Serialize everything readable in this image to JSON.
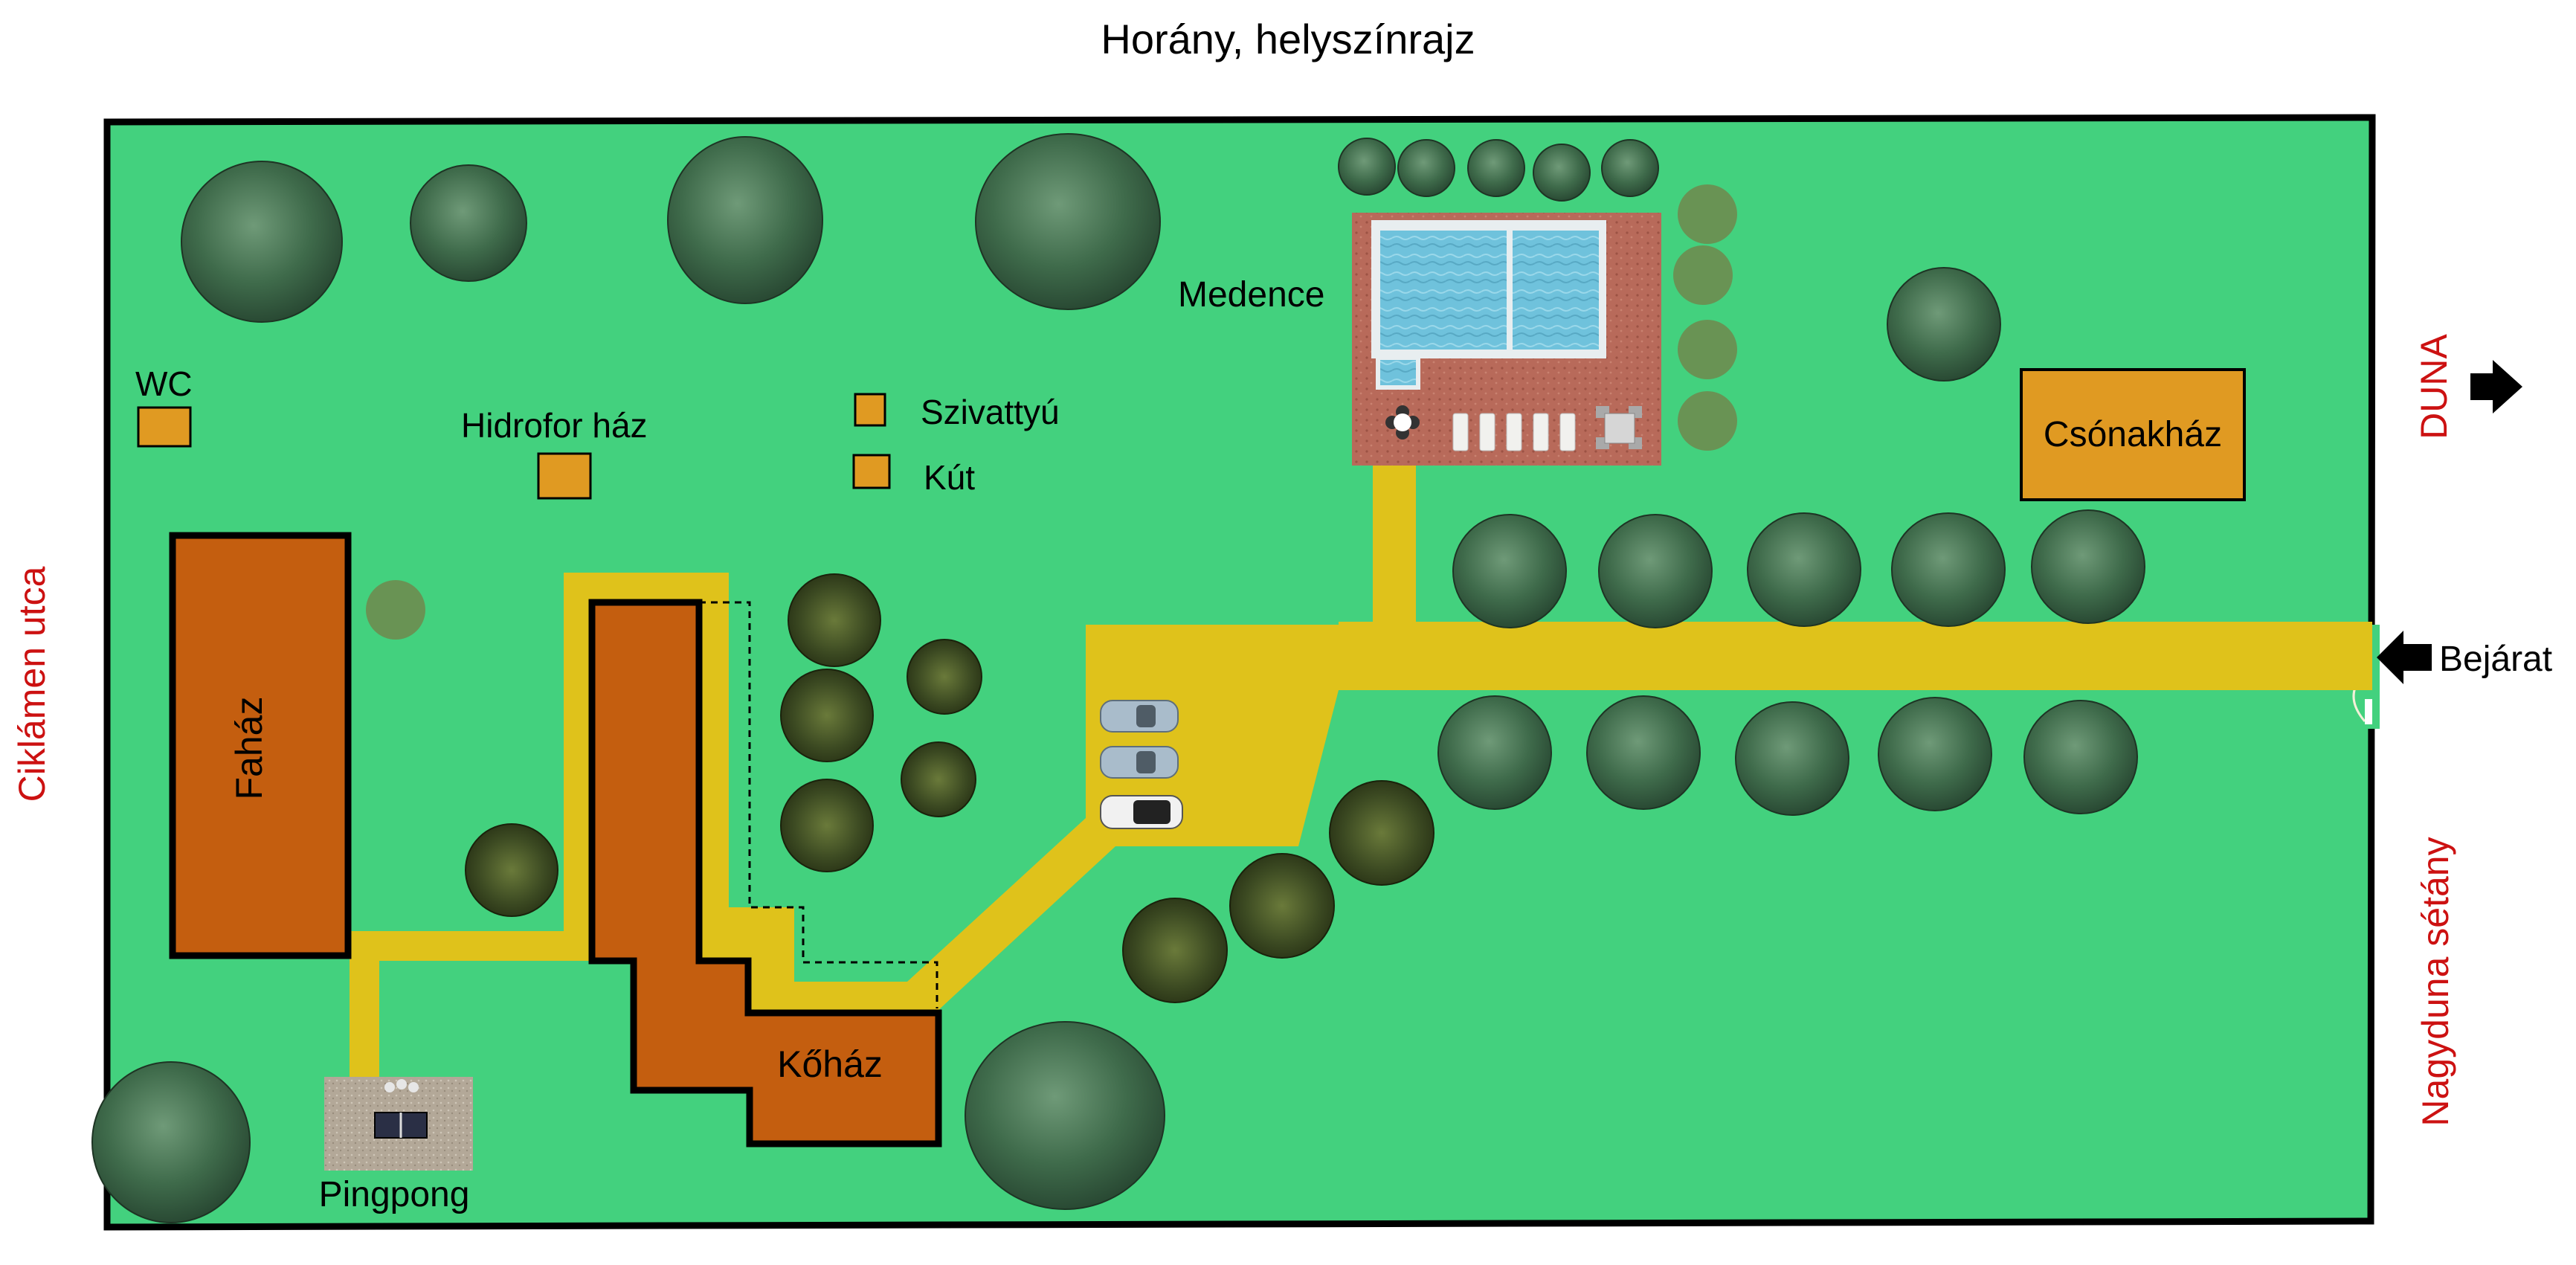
{
  "title": "Horány, helyszínrajz",
  "streets": {
    "left": "Ciklámen utca",
    "right": "Nagyduna sétány"
  },
  "river": {
    "label": "DUNA"
  },
  "entrance": {
    "label": "Bejárat"
  },
  "buildings": {
    "fahaz": "Faház",
    "kohaz": "Kőház",
    "csonakhaz": "Csónakház"
  },
  "features": {
    "wc": "WC",
    "hidrofor": "Hidrofor ház",
    "szivattyu": "Szivattyú",
    "kut": "Kút",
    "medence": "Medence",
    "pingpong": "Pingpong"
  },
  "colors": {
    "lawn": "#43d17e",
    "path": "#dfc21b",
    "building": "#c45e0f",
    "small_building": "#e09a22",
    "pool_deck": "#b86a5a",
    "pool_water": "#6fc2dc",
    "label_red": "#cc1111",
    "tree_leaf": "#3f6b4b",
    "tree_dark": "#2f5130",
    "tree_conifer": "#3c4a22"
  }
}
